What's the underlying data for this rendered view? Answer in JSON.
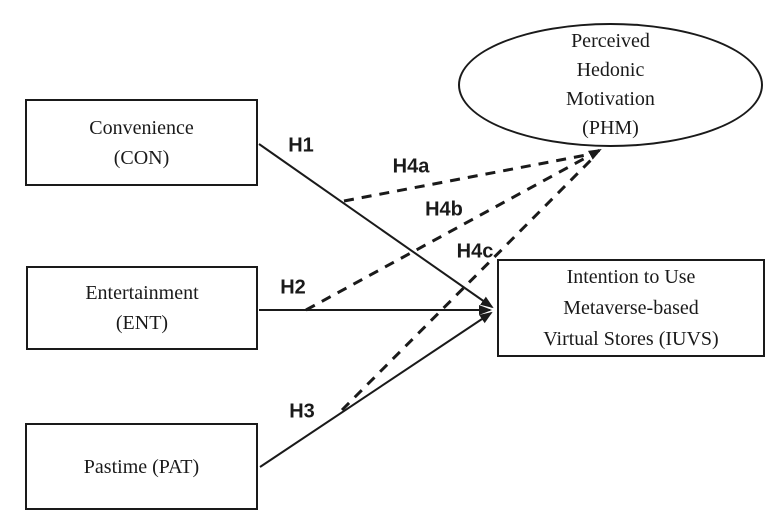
{
  "figure": {
    "background": "#ffffff",
    "ink": "#1a1a1a",
    "type": "path-model-diagram"
  },
  "nodes": {
    "con": {
      "id": "CON",
      "shape": "rectangle",
      "lines": [
        "Convenience",
        "(CON)"
      ]
    },
    "ent": {
      "id": "ENT",
      "shape": "rectangle",
      "lines": [
        "Entertainment",
        "(ENT)"
      ]
    },
    "pat": {
      "id": "PAT",
      "shape": "rectangle",
      "lines": [
        "Pastime (PAT)"
      ]
    },
    "phm": {
      "id": "PHM",
      "shape": "ellipse",
      "lines": [
        "Perceived",
        "Hedonic",
        "Motivation",
        "(PHM)"
      ]
    },
    "iuvs": {
      "id": "IUVS",
      "shape": "rectangle",
      "lines": [
        "Intention to Use",
        "Metaverse-based",
        "Virtual Stores (IUVS)"
      ]
    }
  },
  "paths": {
    "h1": {
      "label": "H1",
      "from": "CON",
      "to": "IUVS",
      "style": "solid"
    },
    "h2": {
      "label": "H2",
      "from": "ENT",
      "to": "IUVS",
      "style": "solid"
    },
    "h3": {
      "label": "H3",
      "from": "PAT",
      "to": "IUVS",
      "style": "solid"
    },
    "h4a": {
      "label": "H4a",
      "from": "H1-path",
      "to": "PHM",
      "style": "dashed"
    },
    "h4b": {
      "label": "H4b",
      "from": "H2-path",
      "to": "PHM",
      "style": "dashed"
    },
    "h4c": {
      "label": "H4c",
      "from": "H3-path",
      "to": "PHM",
      "style": "dashed"
    }
  }
}
